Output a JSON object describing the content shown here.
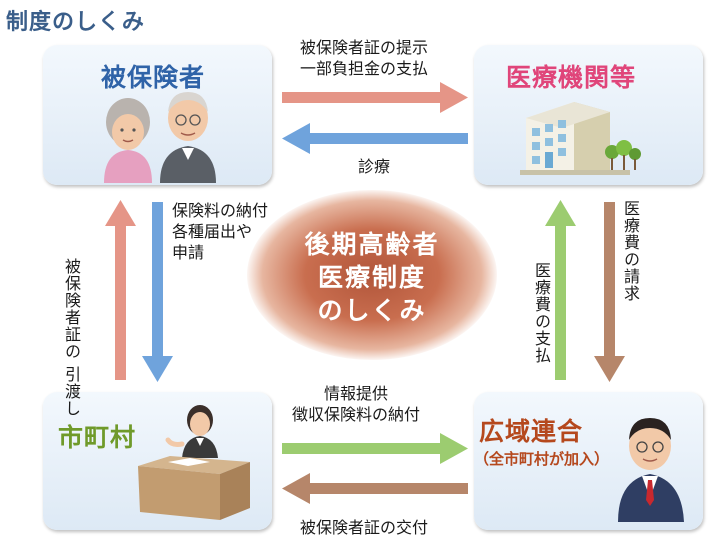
{
  "title": "制度のしくみ",
  "center": {
    "lines": [
      "後期高齢者",
      "医療制度",
      "のしくみ"
    ]
  },
  "nodes": {
    "insured": {
      "label": "被保険者"
    },
    "medical": {
      "label": "医療機関等"
    },
    "municipality": {
      "label": "市町村"
    },
    "union": {
      "label": "広域連合",
      "sublabel": "（全市町村が加入）"
    }
  },
  "flows": {
    "insured_to_medical": {
      "lines": [
        "被保険者証の提示",
        "一部負担金の支払"
      ]
    },
    "medical_to_insured": {
      "text": "診療"
    },
    "insured_to_municipality": {
      "lines": [
        "保険料の納付",
        "各種届出や",
        "申請"
      ]
    },
    "municipality_to_insured": {
      "lines": [
        "被保険者証の",
        "引渡し"
      ]
    },
    "medical_to_union": {
      "lines": [
        "医療費の請求"
      ]
    },
    "union_to_medical": {
      "lines": [
        "医療費の支払"
      ]
    },
    "municipality_to_union": {
      "lines": [
        "情報提供",
        "徴収保険料の納付"
      ]
    },
    "union_to_municipality": {
      "text": "被保険者証の交付"
    }
  },
  "colors": {
    "insured_title": "#2f63a8",
    "medical_title": "#e0457a",
    "municipality_title": "#6f9a2a",
    "union_title": "#b5481d",
    "arrow_salmon": "#e59587",
    "arrow_blue": "#6fa3dc",
    "arrow_green": "#9ccc70",
    "arrow_brown": "#b6866a"
  }
}
